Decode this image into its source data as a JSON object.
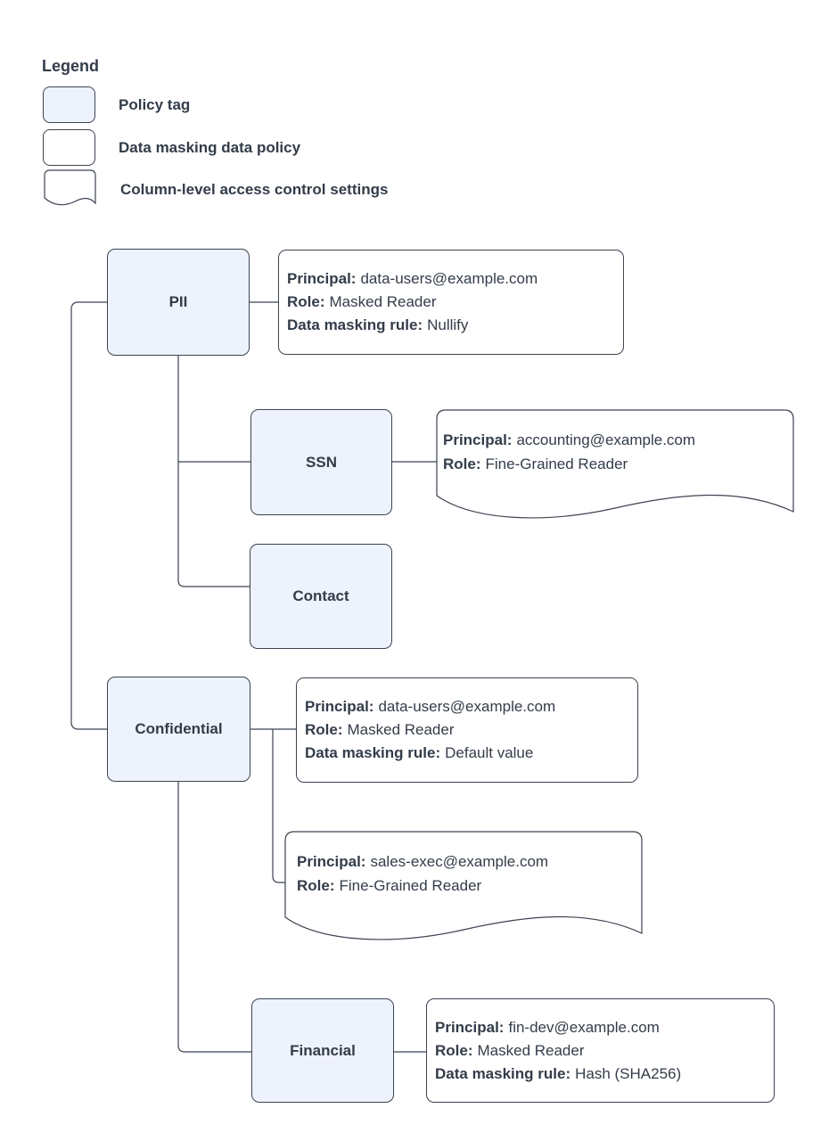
{
  "colors": {
    "policy_tag_fill": "#edf2fc",
    "shape_fill": "#ffffff",
    "border": "#3b4450",
    "text": "#333c49"
  },
  "legend": {
    "title": "Legend",
    "items": [
      {
        "swatch": "policy-tag",
        "label": "Policy tag"
      },
      {
        "swatch": "data-masking-policy",
        "label": "Data masking data policy"
      },
      {
        "swatch": "column-access-settings",
        "label": "Column-level access control settings"
      }
    ]
  },
  "policy_tags": {
    "pii": "PII",
    "ssn": "SSN",
    "contact": "Contact",
    "confidential": "Confidential",
    "financial": "Financial"
  },
  "labels": {
    "principal": "Principal:",
    "role": "Role:",
    "rule": "Data masking rule:"
  },
  "policies": {
    "pii_masking": {
      "principal": "data-users@example.com",
      "role": "Masked Reader",
      "rule": "Nullify"
    },
    "ssn_access": {
      "principal": "accounting@example.com",
      "role": "Fine-Grained Reader"
    },
    "confidential_masking": {
      "principal": "data-users@example.com",
      "role": "Masked Reader",
      "rule": "Default value"
    },
    "confidential_access": {
      "principal": "sales-exec@example.com",
      "role": "Fine-Grained Reader"
    },
    "financial_masking": {
      "principal": "fin-dev@example.com",
      "role": "Masked Reader",
      "rule": "Hash (SHA256)"
    }
  }
}
